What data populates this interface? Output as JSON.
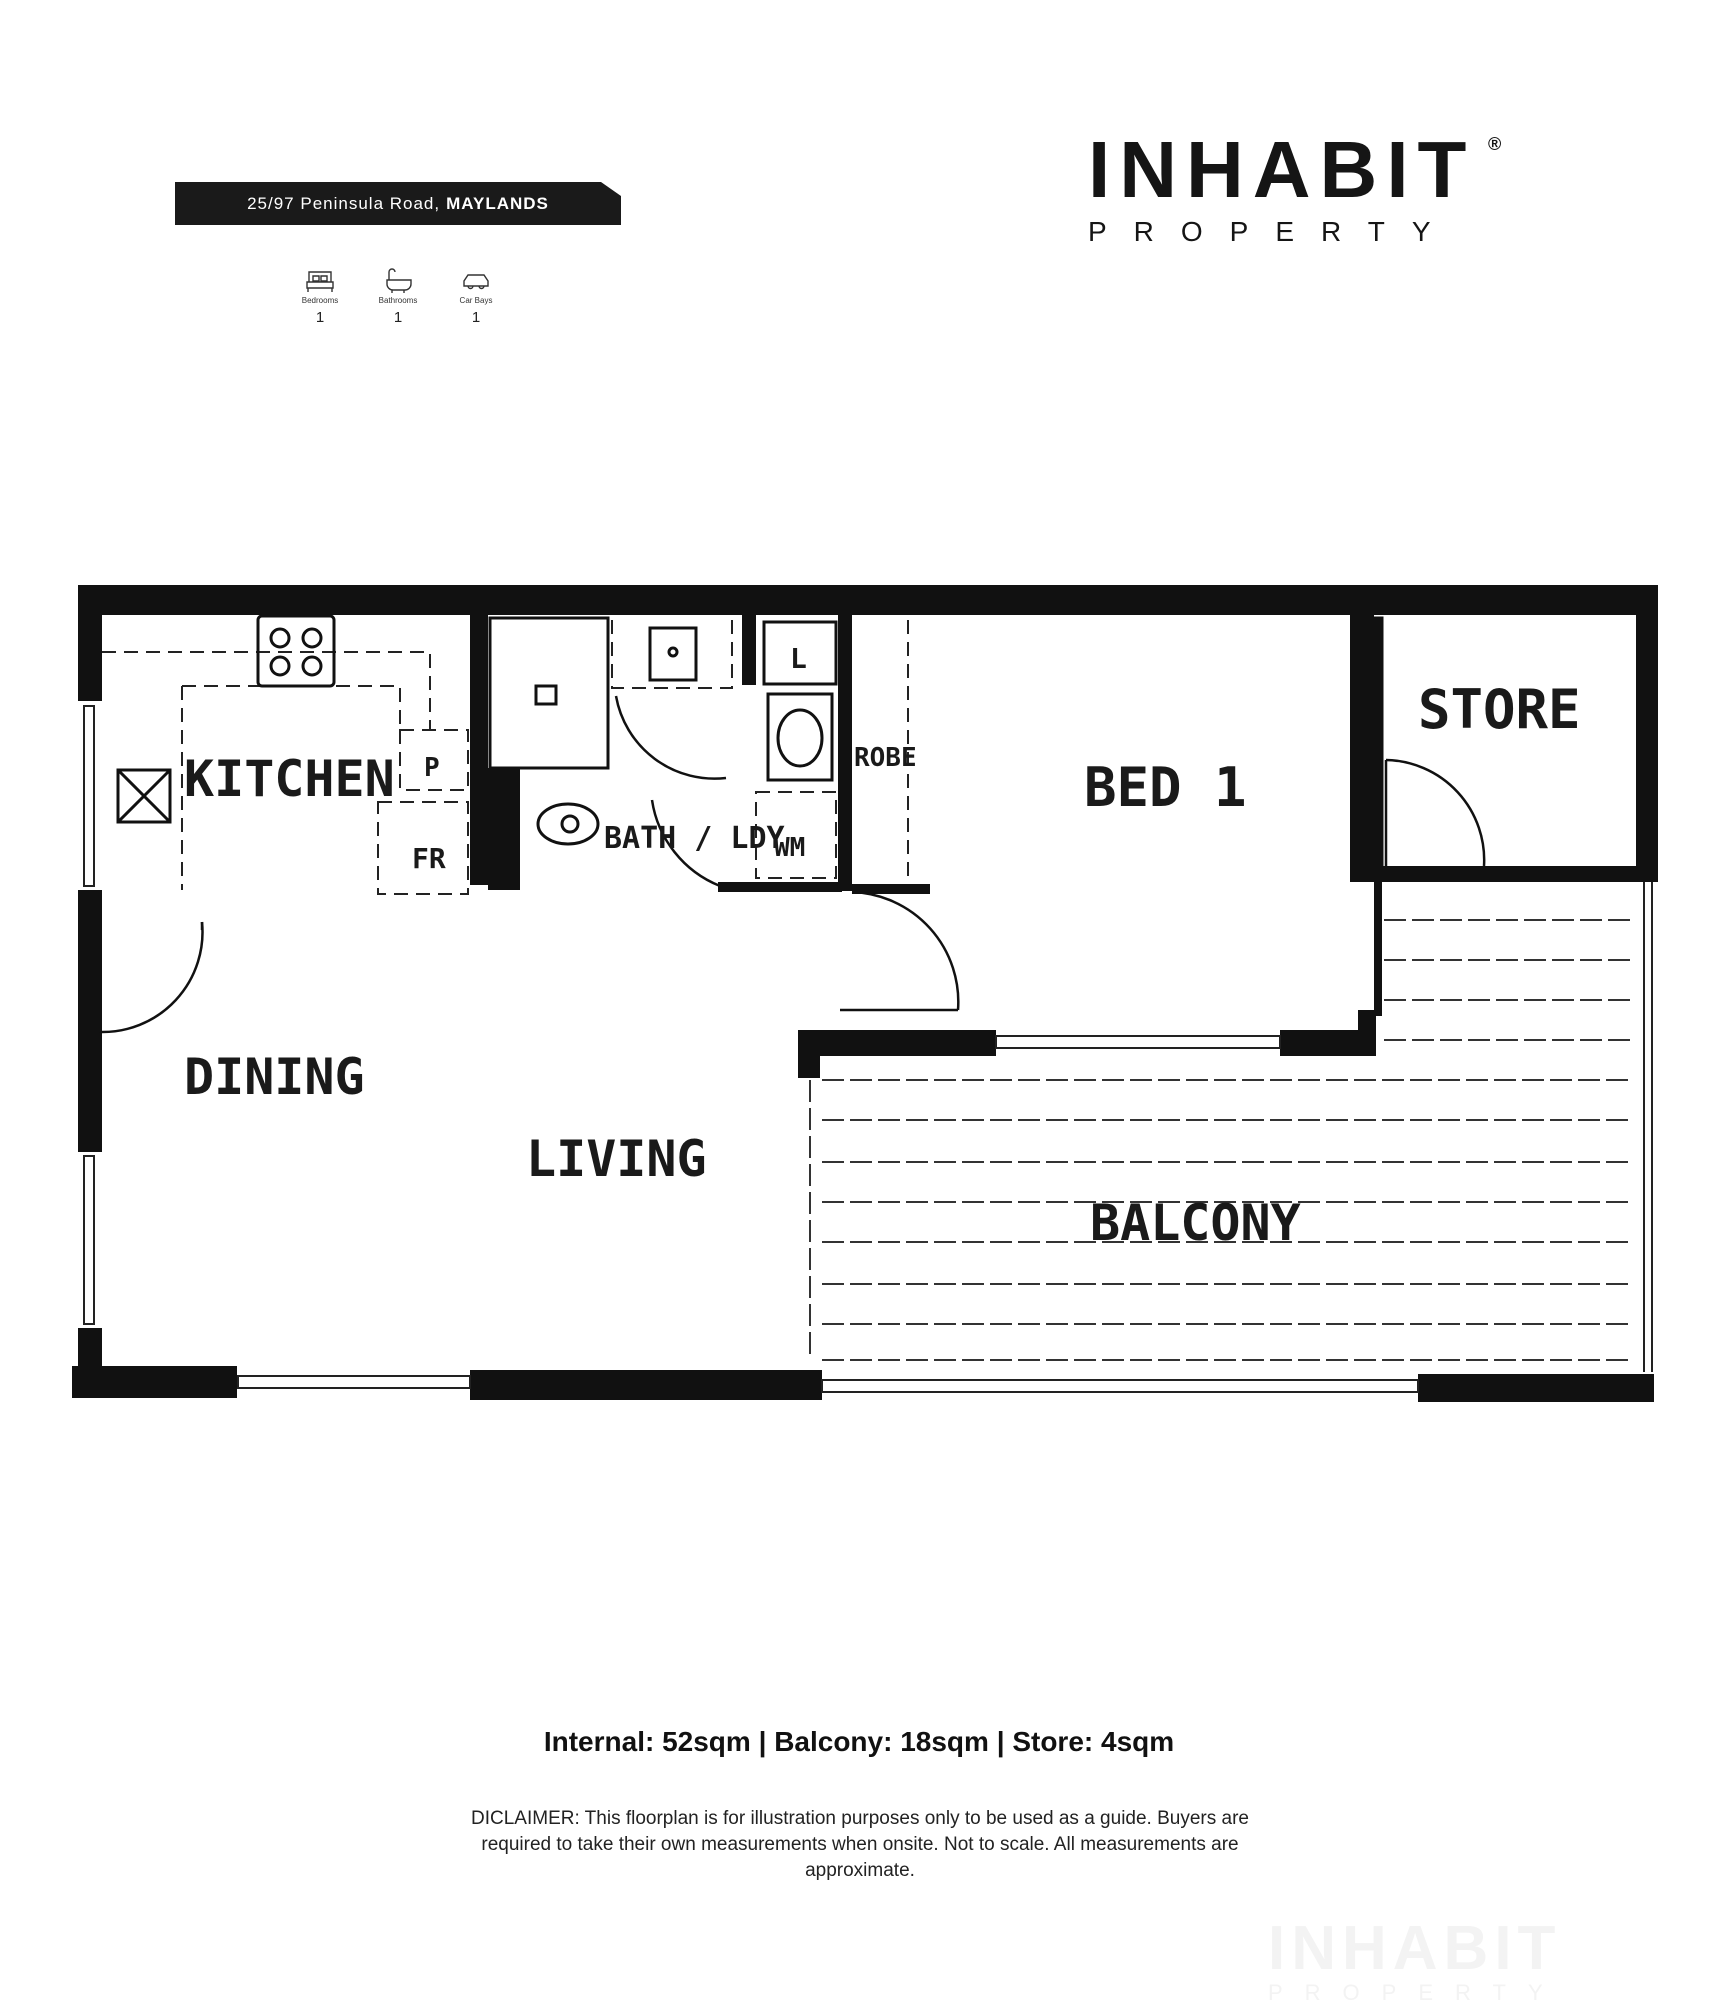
{
  "header": {
    "address": "25/97 Peninsula Road,",
    "suburb": "MAYLANDS"
  },
  "features": [
    {
      "icon": "bed-icon",
      "label": "Bedrooms",
      "count": "1"
    },
    {
      "icon": "bath-icon",
      "label": "Bathrooms",
      "count": "1"
    },
    {
      "icon": "car-icon",
      "label": "Car Bays",
      "count": "1"
    }
  ],
  "brand": {
    "name": "INHABIT",
    "registered": "®",
    "tagline": "PROPERTY"
  },
  "floorplan": {
    "rooms": {
      "kitchen": "KITCHEN",
      "pantry": "P",
      "fridge": "FR",
      "bath_laundry": "BATH / LDY",
      "laundry": "L",
      "washing_machine": "WM",
      "robe": "ROBE",
      "bed1": "BED 1",
      "store": "STORE",
      "dining": "DINING",
      "living": "LIVING",
      "balcony": "BALCONY"
    }
  },
  "footer": {
    "areas": "Internal: 52sqm | Balcony: 18sqm | Store: 4sqm",
    "disclaimer": "DICLAIMER: This floorplan is for illustration purposes only to be used as a guide. Buyers are required to take their own measurements when onsite. Not to scale. All measurements are approximate."
  },
  "watermark": {
    "name": "INHABIT",
    "tagline": "PROPERTY"
  },
  "colors": {
    "ink": "#111111",
    "banner": "#1a1a1a",
    "paper": "#ffffff"
  }
}
